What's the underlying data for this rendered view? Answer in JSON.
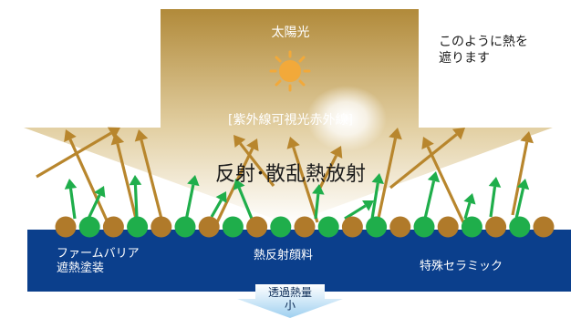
{
  "sun_label": "太陽光",
  "note": [
    "このように熱を",
    "遮ります"
  ],
  "band_label": "[紫外線可視光赤外線]",
  "headline": "反射･散乱熱放射",
  "materials": [
    [
      "ファームバリア",
      "遮熱塗装"
    ],
    [
      "熱反射顔料"
    ],
    [
      "特殊セラミック"
    ]
  ],
  "transmission": [
    "透過熱量",
    "小"
  ],
  "colors": {
    "sunlight_top": "#b18a3a",
    "sunlight_bottom": "#ffffff",
    "sun": "#f2a93a",
    "reflect_arrow": "#b8862d",
    "emit_arrow": "#1fae4b",
    "gold_bead": "#b07a2a",
    "green_bead": "#1fae4b",
    "coating": "#0b3f8c",
    "transmission_arrow": "#9fd0f0"
  }
}
